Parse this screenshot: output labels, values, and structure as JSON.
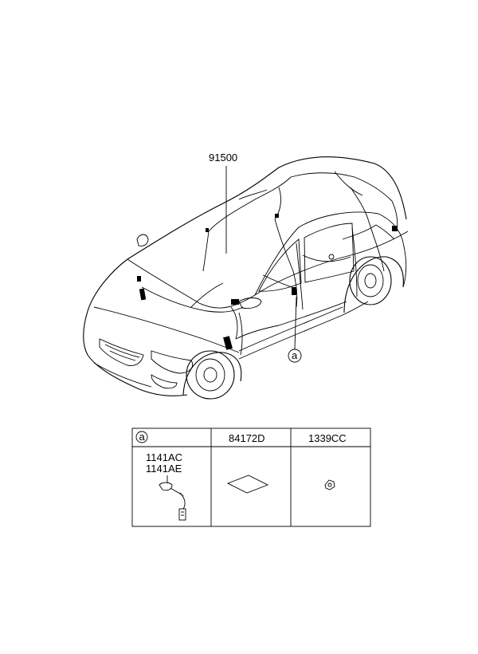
{
  "diagram": {
    "main_part_number": "91500",
    "callout_letter": "a",
    "table": {
      "header_callout": "a",
      "columns": [
        {
          "header": "",
          "part_numbers": [
            "1141AC",
            "1141AE"
          ],
          "icon": "grommet-clip-icon"
        },
        {
          "header": "84172D",
          "part_numbers": [],
          "icon": "pad-sheet-icon"
        },
        {
          "header": "1339CC",
          "part_numbers": [],
          "icon": "nut-clip-icon"
        }
      ]
    }
  }
}
